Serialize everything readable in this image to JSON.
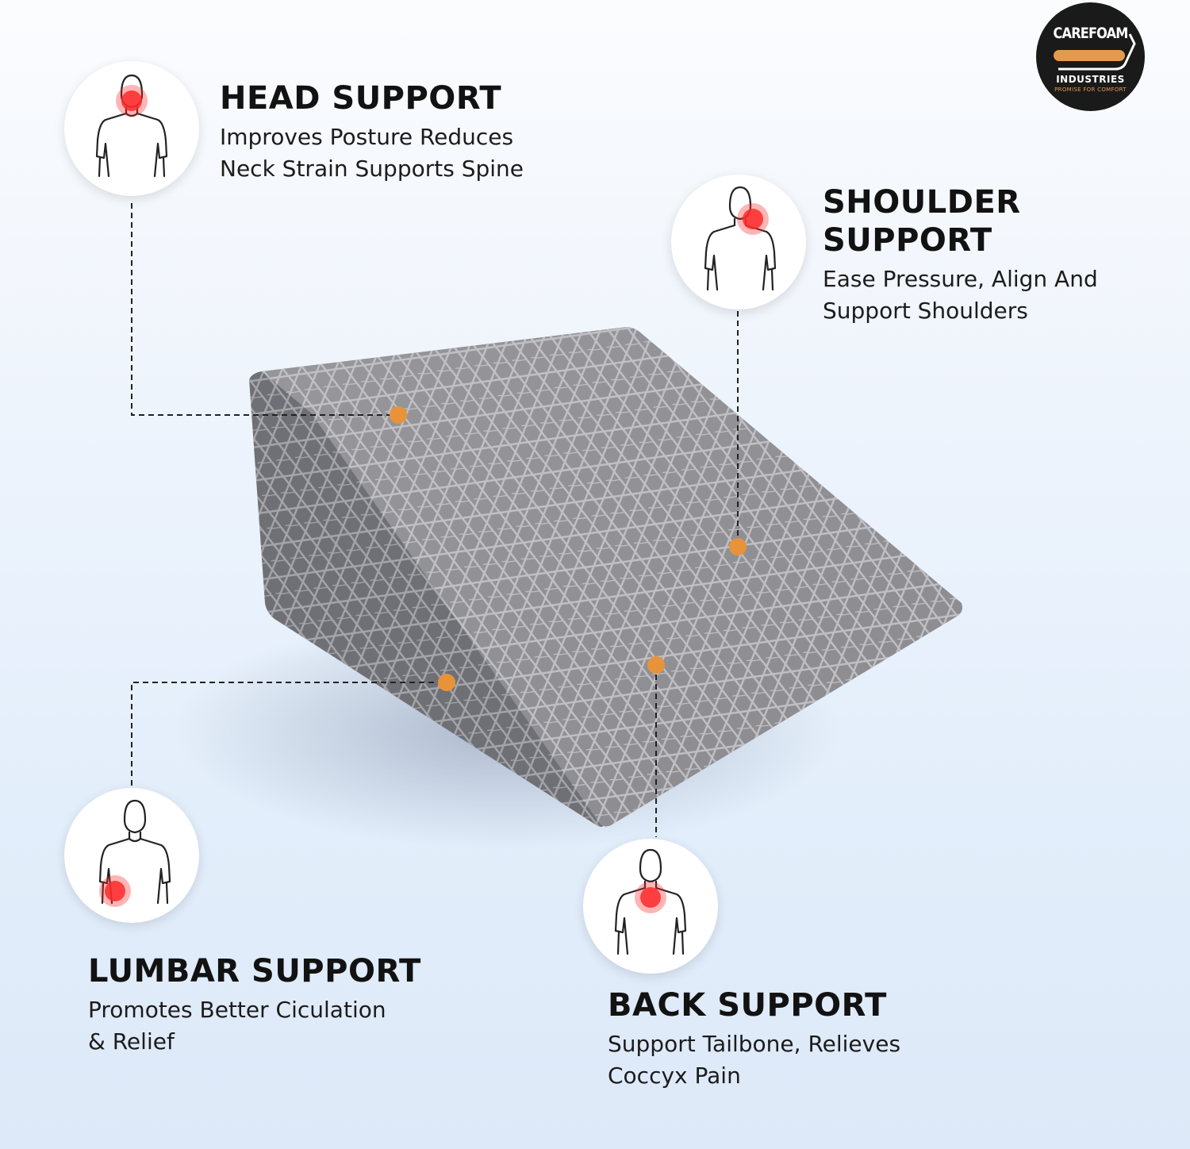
{
  "brand": {
    "name": "CAREFOAM",
    "subtitle": "INDUSTRIES",
    "tagline": "PROMISE FOR COMFORT",
    "accent_color": "#e49a4e",
    "badge_color": "#1a1a1a"
  },
  "colors": {
    "marker": "#e8923a",
    "pain_spot": "#ff2a2a",
    "wedge_top": "#8f8f93",
    "wedge_side": "#6f7075"
  },
  "features": {
    "head": {
      "title": "HEAD SUPPORT",
      "desc": [
        "Improves Posture Reduces",
        "Neck Strain Supports Spine"
      ],
      "icon": "head-pain-icon"
    },
    "shoulder": {
      "title": [
        "SHOULDER",
        "SUPPORT"
      ],
      "desc": [
        "Ease Pressure, Align And",
        "Support Shoulders"
      ],
      "icon": "shoulder-pain-icon"
    },
    "lumbar": {
      "title": "LUMBAR SUPPORT",
      "desc": [
        "Promotes Better Ciculation",
        "& Relief"
      ],
      "icon": "lumbar-pain-icon"
    },
    "back": {
      "title": "BACK SUPPORT",
      "desc": [
        "Support Tailbone, Relieves",
        "Coccyx Pain"
      ],
      "icon": "back-pain-icon"
    }
  }
}
